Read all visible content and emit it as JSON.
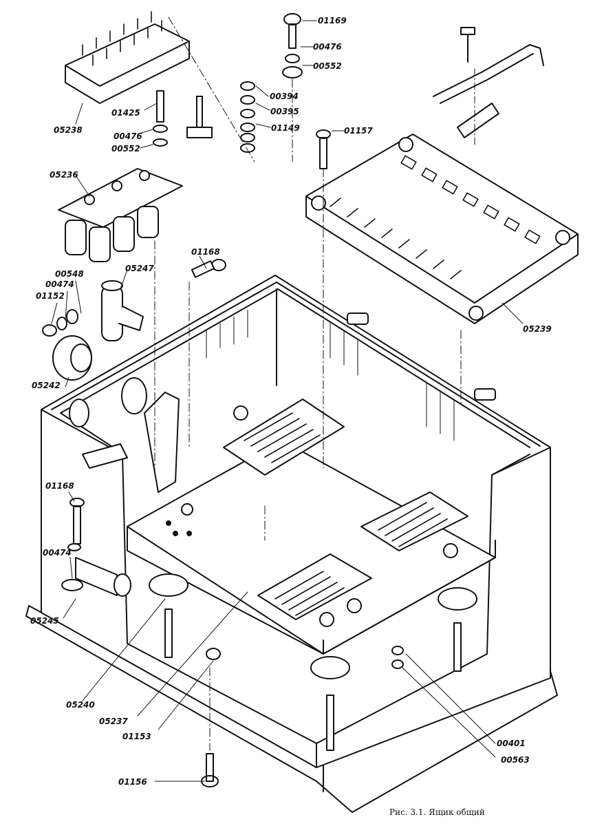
{
  "figure": {
    "caption": "Рис. 3.1. Ящик общий",
    "part_labels": [
      "01169",
      "00476",
      "00552",
      "00394",
      "00395",
      "01149",
      "01425",
      "00476",
      "00552",
      "05238",
      "05236",
      "01157",
      "05247",
      "01168",
      "00548",
      "00474",
      "01152",
      "05242",
      "05239",
      "01168",
      "00474",
      "05245",
      "05240",
      "05237",
      "01153",
      "00401",
      "00563",
      "01156"
    ]
  }
}
